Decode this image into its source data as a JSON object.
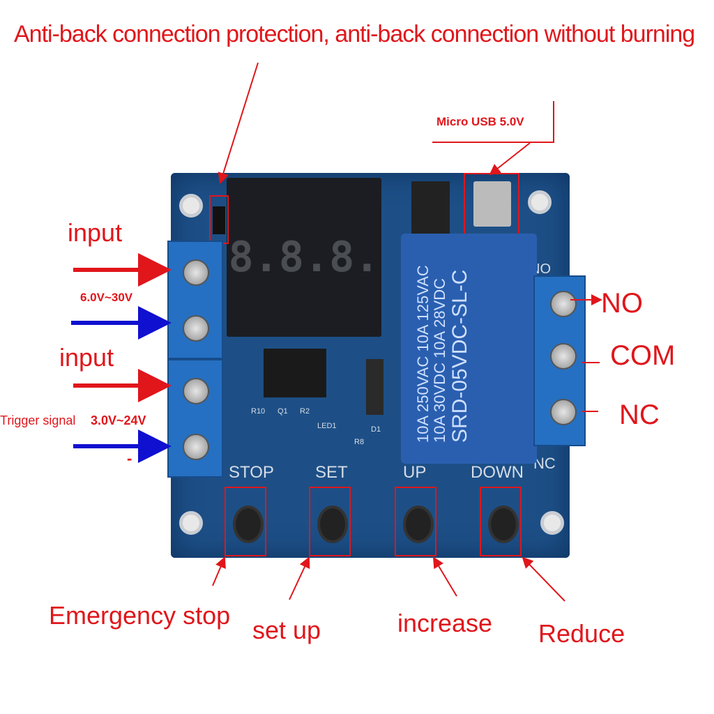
{
  "title": "Anti-back connection protection, anti-back connection without burning",
  "usb_label": "Micro USB 5.0V",
  "left": {
    "input1": "input",
    "range1": "6.0V~30V",
    "input2": "input",
    "trigger": "Trigger signal",
    "range2": "3.0V~24V",
    "minus": "-"
  },
  "right": {
    "no": "NO",
    "com": "COM",
    "nc": "NC"
  },
  "board": {
    "stop": "STOP",
    "set": "SET",
    "up": "UP",
    "down": "DOWN",
    "nc_silk": "NC",
    "no_silk": "NO",
    "r10": "R10",
    "q1": "Q1",
    "r2": "R2",
    "led1": "LED1",
    "r8": "R8",
    "d1": "D1",
    "digits": [
      "8.",
      "8.",
      "8."
    ]
  },
  "relay": {
    "line1": "10A 250VAC  10A 125VAC",
    "line2": "10A 30VDC  10A 28VDC",
    "model": "SRD-05VDC-SL-C"
  },
  "bottom": {
    "stop": "Emergency stop",
    "set": "set up",
    "up": "increase",
    "down": "Reduce"
  },
  "colors": {
    "annotation": "#e0161b",
    "negative_arrow": "#1010d0",
    "pcb": "#1d4f86"
  }
}
